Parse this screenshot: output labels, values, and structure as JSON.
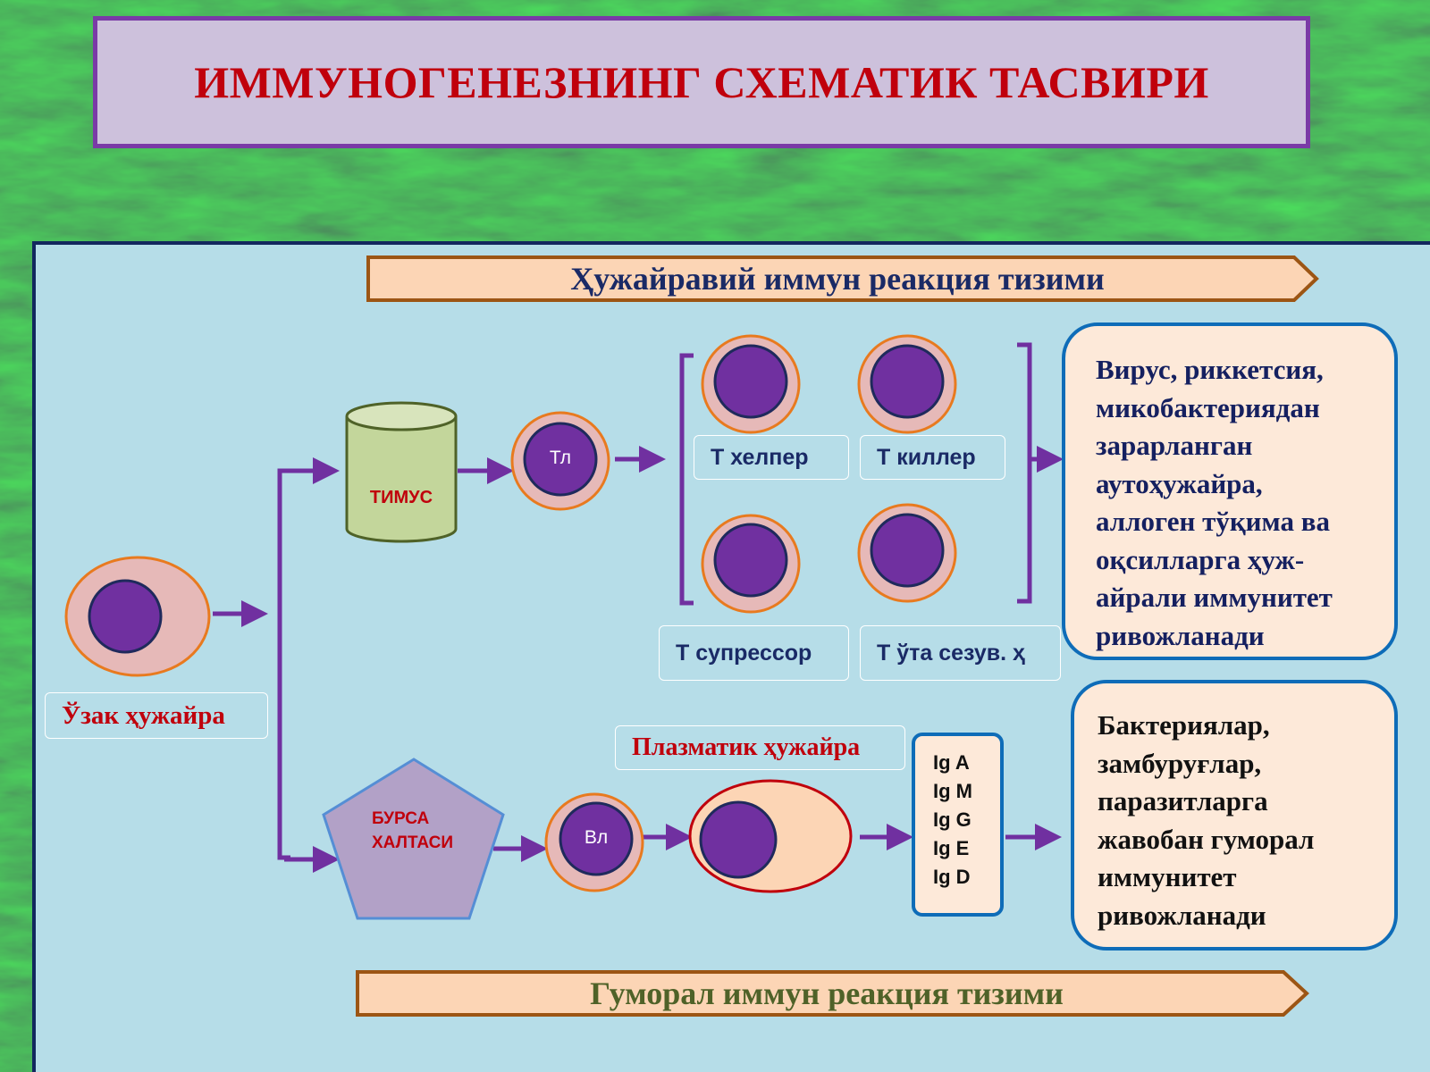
{
  "title": "ИММУНОГЕНЕЗНИНГ СХЕМАТИК ТАСВИРИ",
  "banners": {
    "cellular": "Ҳужайравий иммун реакция тизими",
    "humoral": "Гуморал иммун реакция тизими"
  },
  "organs": {
    "thymus": "ТИМУС",
    "bursa_line1": "БУРСА",
    "bursa_line2": "ХАЛТАСИ"
  },
  "cells": {
    "stem_label": "Ўзак ҳужайра",
    "t_lymph": "Тл",
    "b_lymph": "Вл",
    "plasma_label": "Плазматик ҳужайра",
    "t_helper": "Т хелпер",
    "t_killer": "Т киллер",
    "t_suppressor": "Т супрессор",
    "t_sensitive": "Т ўта сезув. ҳ"
  },
  "immunoglobulins": [
    "Ig A",
    "Ig M",
    "Ig G",
    "Ig E",
    "Ig D"
  ],
  "cellular_result": [
    "Вирус, риккетсия,",
    "микобактериядан",
    "зарарланган",
    "аутоҳужайра,",
    "аллоген тўқима ва",
    "оқсилларга ҳуж-",
    "айрали иммунитет",
    "ривожланади"
  ],
  "humoral_result": [
    "Бактериялар,",
    "замбуруғлар,",
    "паразитларга",
    "жавобан гуморал",
    "иммунитет",
    "ривожланади"
  ],
  "colors": {
    "title_red": "#c0000c",
    "navy_text": "#1a2a66",
    "panel_bg": "#b6dde8",
    "nucleus": "#7030a0",
    "arrow": "#7030a0",
    "info_border": "#0e6cb8",
    "banner_fill": "#fcd5b5",
    "banner_border": "#9c5514",
    "humoral_text": "#4f6228"
  }
}
